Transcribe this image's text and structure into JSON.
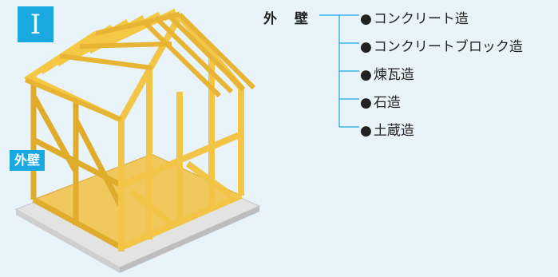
{
  "badge": "I",
  "frame_label": "外壁",
  "heading": "外 壁",
  "items": [
    {
      "bullet": "●",
      "label": "コンクリート造"
    },
    {
      "bullet": "●",
      "label": "コンクリートブロック造"
    },
    {
      "bullet": "●",
      "label": "煉瓦造"
    },
    {
      "bullet": "●",
      "label": "石造"
    },
    {
      "bullet": "●",
      "label": "土蔵造"
    }
  ],
  "colors": {
    "accent": "#19a9e0",
    "background": "#e8f3fa",
    "timber": "#f5c843"
  }
}
